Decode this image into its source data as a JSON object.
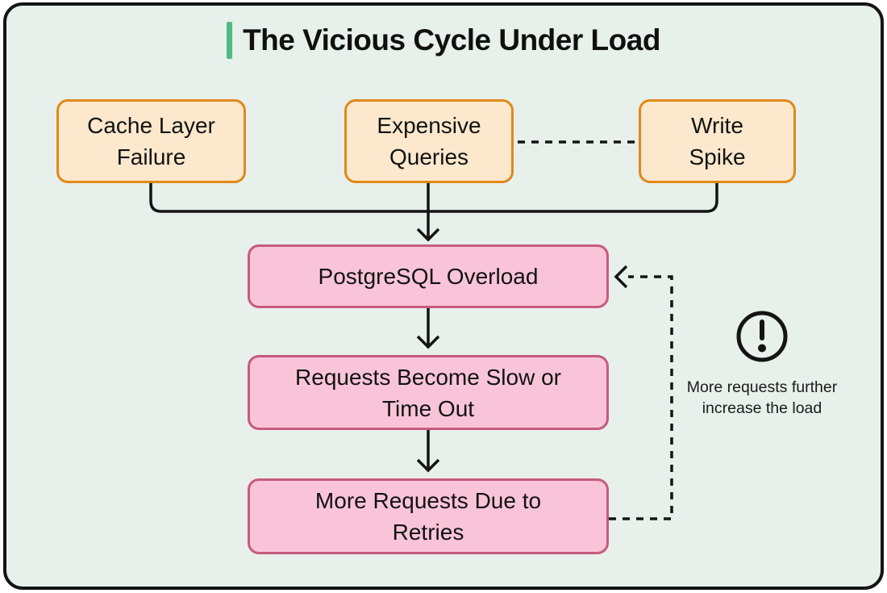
{
  "title": {
    "text": "The Vicious Cycle Under Load"
  },
  "colors": {
    "card_bg": "#e7f0ea",
    "accent_green": "#52ba80",
    "cause_fill": "#fce8cc",
    "cause_border": "#e0891a",
    "effect_fill": "#f9c4d8",
    "effect_border": "#c75a7e",
    "line": "#141414"
  },
  "causes": [
    {
      "id": "cache-layer-failure",
      "lines": [
        "Cache Layer",
        "Failure"
      ]
    },
    {
      "id": "expensive-queries",
      "lines": [
        "Expensive",
        "Queries"
      ]
    },
    {
      "id": "write-spike",
      "lines": [
        "Write",
        "Spike"
      ]
    }
  ],
  "chain": [
    {
      "id": "postgresql-overload",
      "lines": [
        "PostgreSQL Overload",
        ""
      ]
    },
    {
      "id": "requests-slow-or-timeout",
      "lines": [
        "Requests Become Slow or",
        "Time Out"
      ]
    },
    {
      "id": "more-requests-retries",
      "lines": [
        "More Requests Due to",
        "Retries"
      ]
    }
  ],
  "annotation": {
    "icon": "exclamation-circle-icon",
    "lines": [
      "More requests",
      "further increase",
      "the load"
    ]
  }
}
